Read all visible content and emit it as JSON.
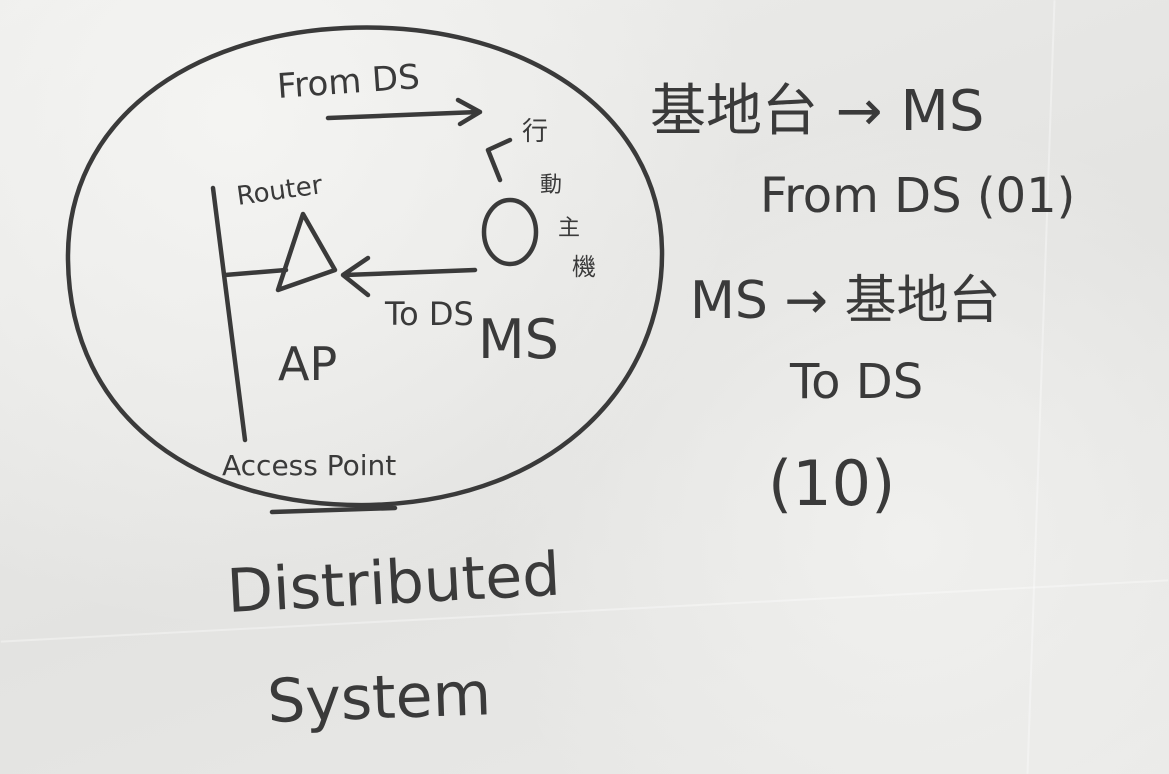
{
  "diagram": {
    "labels": {
      "from_ds_arrow": "From DS",
      "router": "Router",
      "to_ds_arrow": "To DS",
      "ap": "AP",
      "ms": "MS",
      "access_point": "Access Point",
      "ms_note_1": "行",
      "ms_note_2": "動",
      "ms_note_3": "主",
      "ms_note_4": "機",
      "distributed": "Distributed",
      "system": "System"
    },
    "notes": {
      "line1": "基地台 → MS",
      "line2": "From DS (01)",
      "line3": "MS → 基地台",
      "line4": "To DS",
      "line5": "(10)"
    }
  }
}
